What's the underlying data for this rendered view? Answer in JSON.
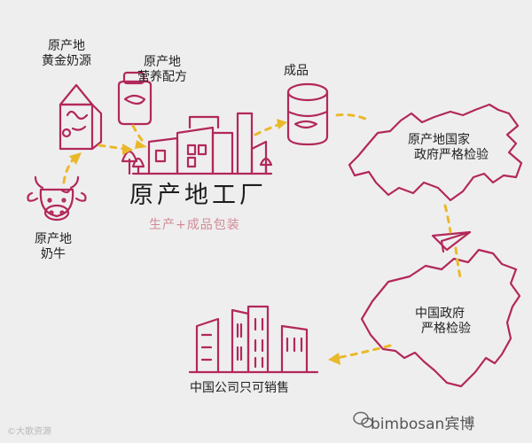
{
  "labels": {
    "golden_milk_source": [
      "原产地",
      "黄金奶源"
    ],
    "nutrition_formula": [
      "原产地",
      "营养配方"
    ],
    "finished_product": "成品",
    "origin_inspection": [
      "原产地国家",
      "政府严格检验"
    ],
    "origin_cow": [
      "原产地",
      "奶牛"
    ],
    "factory_title": "原产地工厂",
    "factory_subtitle": "生产+成品包装",
    "china_inspection": [
      "中国政府",
      "严格检验"
    ],
    "china_sales": "中国公司只可销售"
  },
  "watermarks": {
    "left": "©大歌资源",
    "right": "bimbosan宾博"
  },
  "colors": {
    "background": "#efeeef",
    "ink": "#b2285a",
    "arrow": "#e9b92b",
    "subtitle": "#d18a95"
  },
  "icons": [
    "milk-carton-icon",
    "formula-bottle-icon",
    "milk-can-icon",
    "cow-icon",
    "factory-icon",
    "switzerland-map-icon",
    "paper-plane-icon",
    "china-map-icon",
    "office-buildings-icon",
    "wechat-icon"
  ]
}
